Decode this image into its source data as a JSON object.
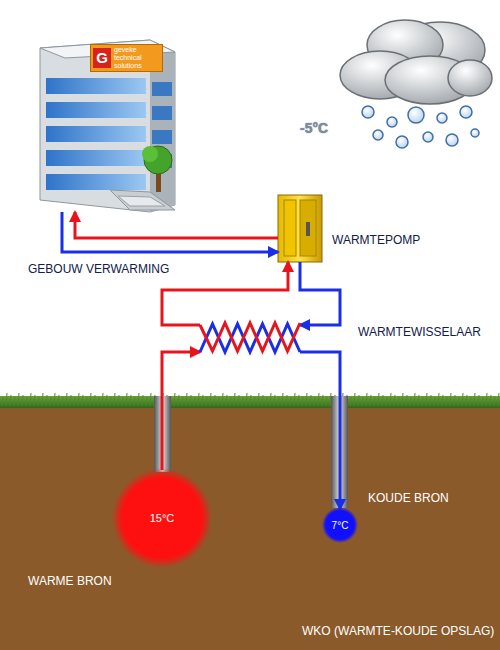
{
  "diagram": {
    "nodes": [
      {
        "text": [
          "G",
          "geveke technical solutions"
        ]
      },
      {
        "text": [
          "WARMTEPOMP"
        ]
      },
      {
        "text": [
          "WARMTEWISSELAAR"
        ]
      },
      {
        "text": [
          "15°C",
          "WARME BRON"
        ]
      },
      {
        "text": [
          "7°C",
          "KOUDE BRON"
        ]
      }
    ],
    "edges": [
      {
        "from": 1,
        "to": 0,
        "arrow": "to"
      },
      {
        "from": 0,
        "to": 1,
        "arrow": "to"
      },
      {
        "from": 3,
        "to": 2,
        "arrow": "to"
      },
      {
        "from": 2,
        "to": 1,
        "arrow": "to"
      },
      {
        "from": 1,
        "to": 2,
        "arrow": "to"
      },
      {
        "from": 2,
        "to": 4,
        "arrow": "to"
      }
    ],
    "labels": [
      "-5°C",
      "GEBOUW VERWARMING",
      "WKO (WARMTE-KOUDE OPSLAG)"
    ]
  }
}
